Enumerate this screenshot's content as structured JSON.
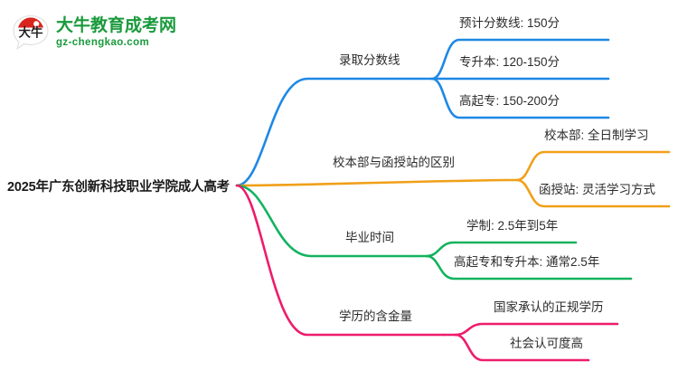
{
  "logo": {
    "mark_name": "daniu-speech-bubble-logo",
    "inner_text": "大牛",
    "title": "大牛教育成考网",
    "subtitle": "gz-chengkao.com",
    "brand_color": "#1a9a3c",
    "mark_accent_color": "#d9251d"
  },
  "mindmap": {
    "type": "mindmap",
    "root": "2025年广东创新科技职业学院成人高考",
    "branches": [
      {
        "label": "录取分数线",
        "color": "#1e88e5",
        "children": [
          "预计分数线: 150分",
          "专升本: 120-150分",
          "高起专: 150-200分"
        ]
      },
      {
        "label": "校本部与函授站的区别",
        "color": "#f0a019",
        "children": [
          "校本部: 全日制学习",
          "函授站: 灵活学习方式"
        ]
      },
      {
        "label": "毕业时间",
        "color": "#13b35f",
        "children": [
          "学制: 2.5年到5年",
          "高起专和专升本: 通常2.5年"
        ]
      },
      {
        "label": "学历的含金量",
        "color": "#ee1c6b",
        "children": [
          "国家承认的正规学历",
          "社会认可度高"
        ]
      }
    ]
  }
}
